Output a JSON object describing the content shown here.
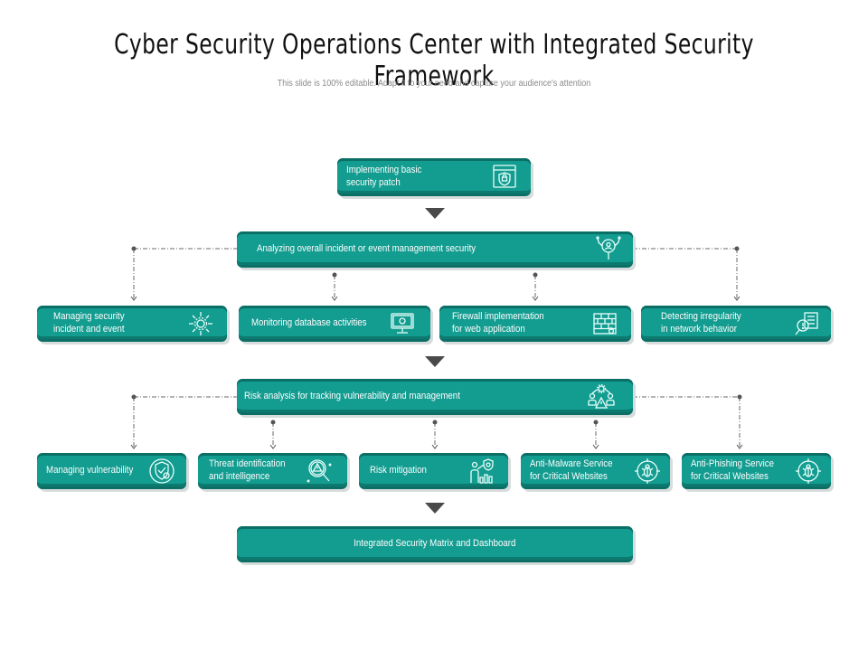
{
  "title": "Cyber Security Operations Center with Integrated Security Framework",
  "subtitle": "This slide is 100% editable. Adapt it to your need and capture your audience's attention",
  "colors": {
    "box": "#139c90",
    "connector": "#6a6a6a",
    "arrow": "#4a4a4a"
  },
  "level1": {
    "label": "Implementing basic\nsecurity patch",
    "icon": "browser-shield-lock-icon"
  },
  "level2": {
    "label": "Analyzing overall incident or event management security",
    "icon": "magnifier-user-network-icon"
  },
  "level2_children": [
    {
      "label": "Managing security\nincident and event",
      "icon": "gear-arrows-icon"
    },
    {
      "label": "Monitoring database activities",
      "icon": "monitor-gear-icon"
    },
    {
      "label": "Firewall implementation\nfor web application",
      "icon": "firewall-icon"
    },
    {
      "label": "Detecting irregularity\nin network behavior",
      "icon": "document-magnifier-icon"
    }
  ],
  "level3": {
    "label": "Risk analysis for tracking vulnerability and management",
    "icon": "team-gear-warning-icon"
  },
  "level3_children": [
    {
      "label": "Managing vulnerability",
      "icon": "shield-check-gear-icon"
    },
    {
      "label": "Threat identification\nand intelligence",
      "icon": "magnifier-warning-icon"
    },
    {
      "label": "Risk mitigation",
      "icon": "person-shield-chart-icon"
    },
    {
      "label": "Anti-Malware Service\nfor Critical Websites",
      "icon": "bug-target-icon"
    },
    {
      "label": "Anti-Phishing Service\nfor Critical Websites",
      "icon": "bug-target-icon"
    }
  ],
  "level4": {
    "label": "Integrated Security Matrix and Dashboard"
  }
}
